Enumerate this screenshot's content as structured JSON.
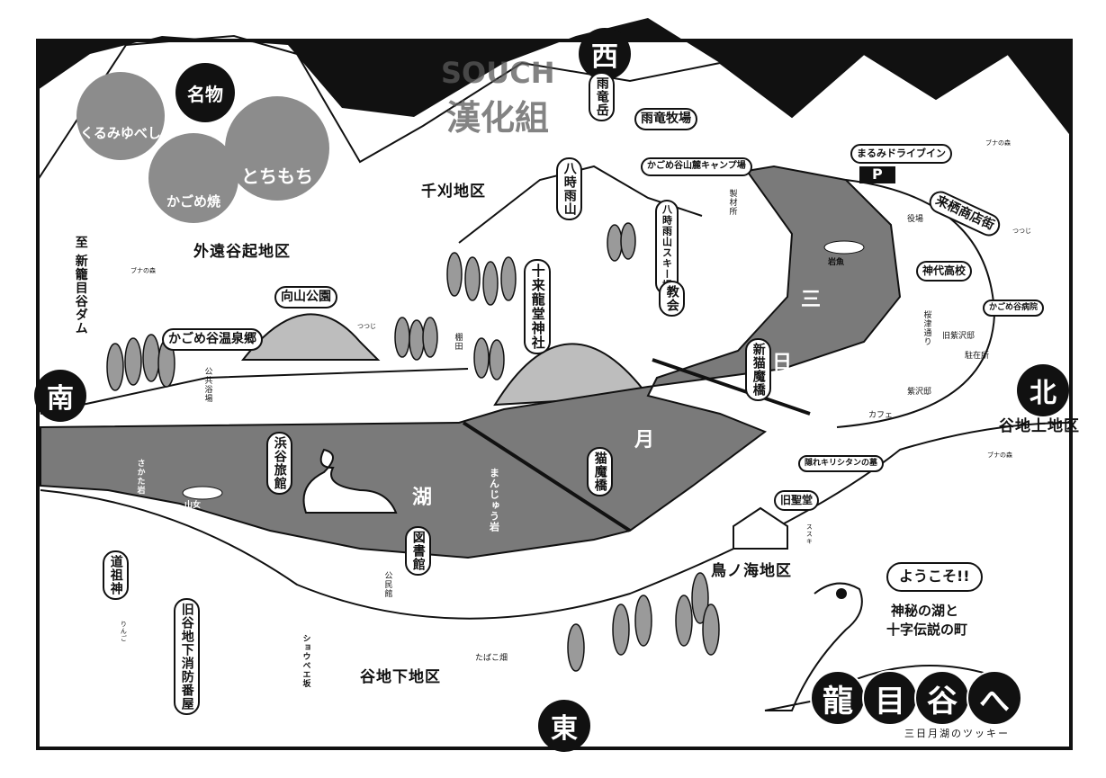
{
  "directions": {
    "west": "西",
    "south": "南",
    "north": "北",
    "east": "東"
  },
  "specialties": {
    "heading": "名物",
    "items": [
      "くるみゆべし",
      "かごめ焼",
      "とちもち"
    ]
  },
  "watermark": {
    "line1": "SOUCH",
    "line2": "漢化組"
  },
  "districts": [
    "外遠谷起地区",
    "千刈地区",
    "谷地上地区",
    "谷地下地区",
    "鳥ノ海地区"
  ],
  "lake_name": [
    "三",
    "日",
    "月",
    "湖"
  ],
  "labels": {
    "dam": "至 新籠目谷ダム",
    "mukaiyama_park": "向山公園",
    "onsen": "かごめ谷温泉郷",
    "uryu_peak": "雨竜岳",
    "uryu_ranch": "雨竜牧場",
    "campground": "かごめ谷山麓キャンプ場",
    "hachishigure": "八時雨山",
    "ski": "八時雨山スキー場",
    "sawmill": "製材所",
    "shrine": "十来龍堂神社",
    "church": "教会",
    "terraced_fields": "棚田",
    "drive_in": "まるみドライブイン",
    "parking": "P",
    "shopping": "来栖商店街",
    "town_hall": "役場",
    "char_fish": "岩魚",
    "high_school": "神代高校",
    "hospital": "かごめ谷病院",
    "sakura_street": "桜津通り",
    "old_residence": "旧紫沢邸",
    "police_box": "駐在所",
    "residence": "紫沢邸",
    "cafe": "カフェ",
    "new_bridge": "新猫魔橋",
    "old_bridge": "猫魔橋",
    "manju_rock": "まんじゅう岩",
    "library": "図書館",
    "community_hall": "公民館",
    "ryokan": "浜谷旅館",
    "bathhouse": "公共浴場",
    "sakata_rock": "さかた岩",
    "yamame": "山女",
    "dosojin": "道祖神",
    "fire_station": "旧谷地下消防番屋",
    "slope": "ショウベエ坂",
    "tobacco": "たばこ畑",
    "christian_grave": "隠れキリシタンの墓",
    "old_chapel": "旧聖堂",
    "beech_forest": "ブナの森",
    "azalea": "つつじ",
    "susuki": "ススキ",
    "apple": "りんご"
  },
  "mascot": {
    "speech": "ようこそ!!",
    "tagline1": "神秘の湖と",
    "tagline2": "十字伝説の町",
    "title_chars": [
      "龍",
      "目",
      "谷",
      "へ"
    ],
    "caption": "三日月湖のツッキー"
  },
  "colors": {
    "ink": "#111111",
    "lake": "#7a7a7a",
    "tree": "#9a9a9a",
    "paper": "#ffffff"
  }
}
